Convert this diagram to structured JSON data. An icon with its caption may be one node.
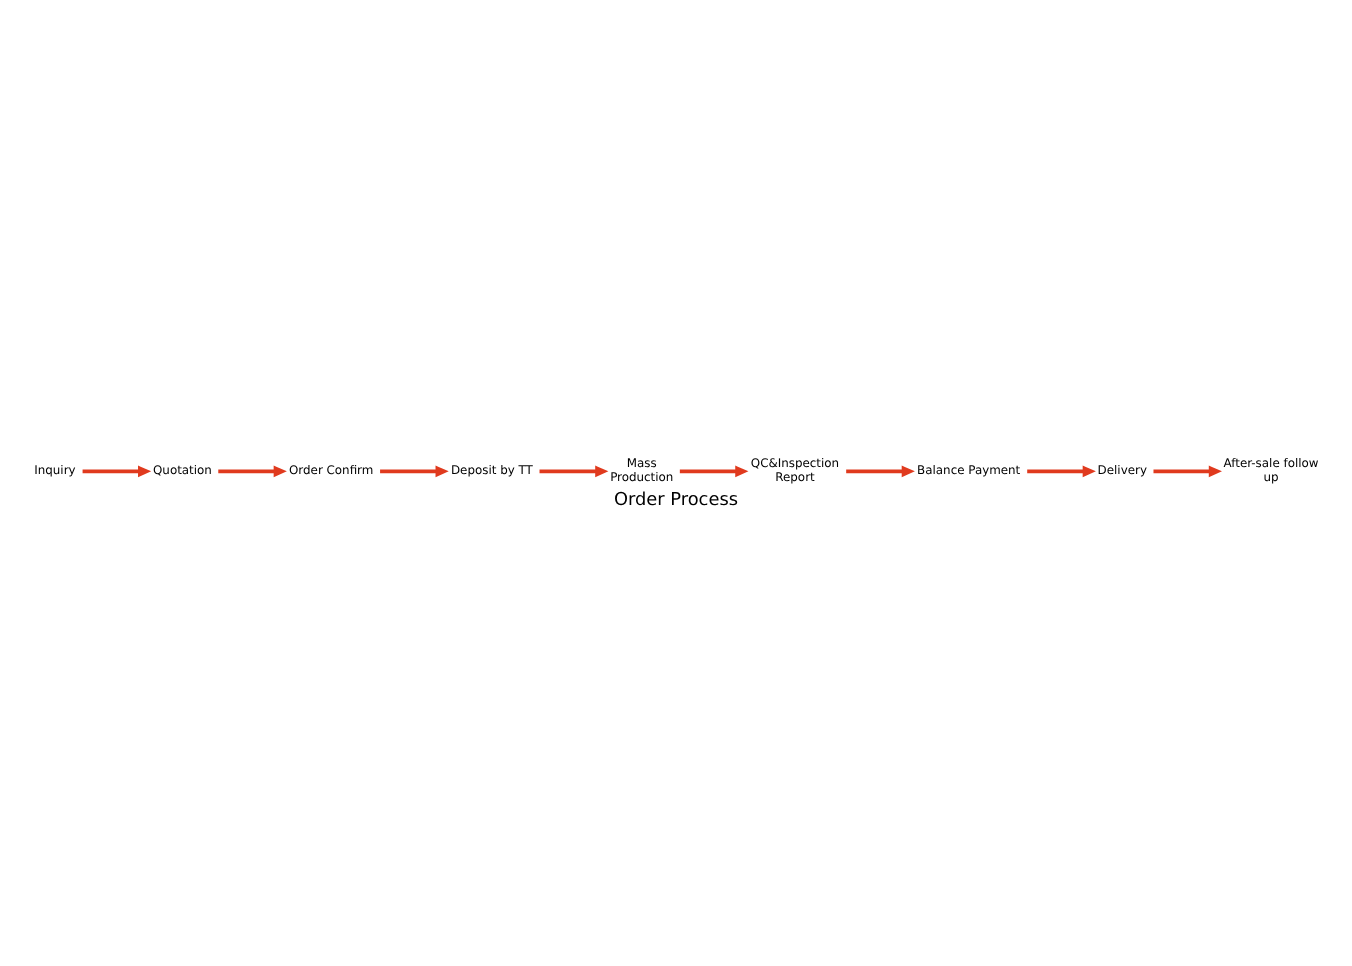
{
  "diagram": {
    "title": "Order Process",
    "nodes": [
      {
        "text": [
          "Inquiry"
        ]
      },
      {
        "text": [
          "Quotation"
        ]
      },
      {
        "text": [
          "Order Confirm"
        ]
      },
      {
        "text": [
          "Deposit by TT"
        ]
      },
      {
        "text": [
          "Mass Production"
        ]
      },
      {
        "text": [
          "QC&Inspection Report"
        ]
      },
      {
        "text": [
          "Balance Payment"
        ]
      },
      {
        "text": [
          "Delivery"
        ]
      },
      {
        "text": [
          "After-sale follow up"
        ]
      }
    ],
    "edges": [
      {
        "from": 0,
        "to": 1,
        "arrow": "to"
      },
      {
        "from": 1,
        "to": 2,
        "arrow": "to"
      },
      {
        "from": 2,
        "to": 3,
        "arrow": "to"
      },
      {
        "from": 3,
        "to": 4,
        "arrow": "to"
      },
      {
        "from": 4,
        "to": 5,
        "arrow": "to"
      },
      {
        "from": 5,
        "to": 6,
        "arrow": "to"
      },
      {
        "from": 6,
        "to": 7,
        "arrow": "to"
      },
      {
        "from": 7,
        "to": 8,
        "arrow": "to"
      }
    ]
  }
}
